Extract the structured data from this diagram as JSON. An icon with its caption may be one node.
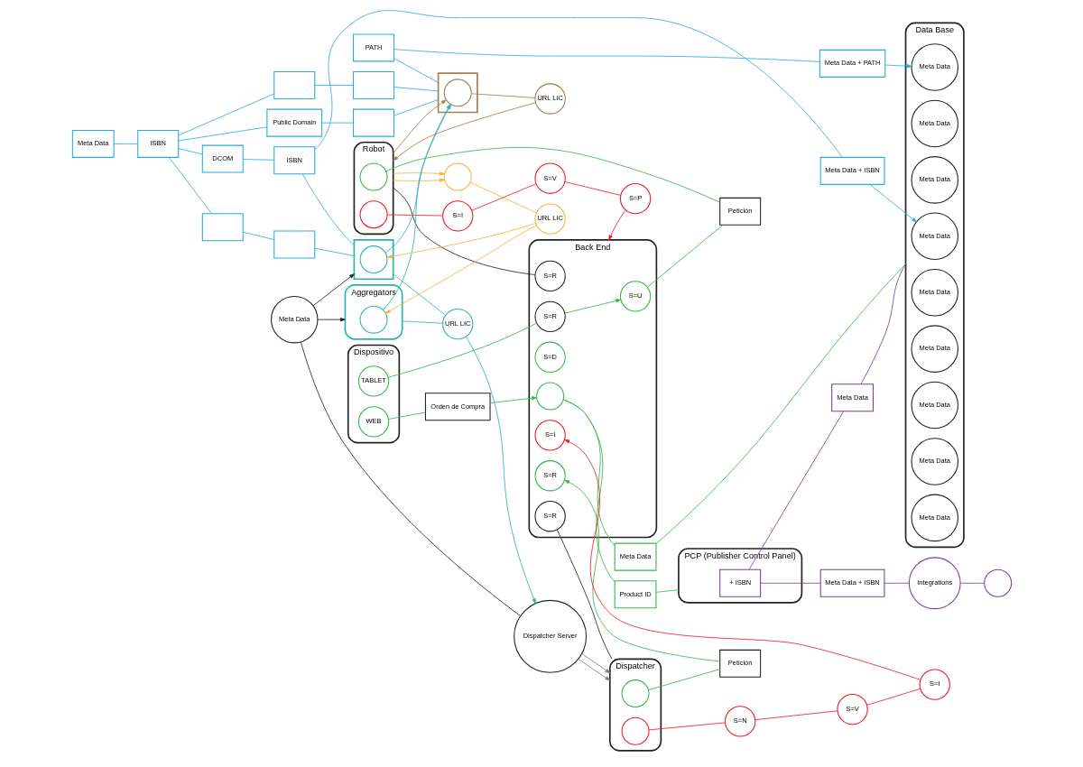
{
  "diagram": {
    "nodes": [
      {
        "text": [
          "Meta Data"
        ]
      },
      {
        "text": [
          "ISBN"
        ]
      },
      {
        "text": [
          "Public Domain"
        ]
      },
      {
        "text": [],
        "shape": "box"
      },
      {
        "text": [],
        "shape": "box"
      },
      {
        "text": [
          "DCOM"
        ]
      },
      {
        "text": [
          "ISBN"
        ]
      },
      {
        "text": [
          "PATH"
        ]
      },
      {
        "text": [
          "Meta Data + ISBN"
        ]
      },
      {
        "text": [
          "Meta Data + PATH"
        ]
      },
      {
        "text": [],
        "shape": "box"
      },
      {
        "text": [],
        "shape": "box"
      },
      {
        "text": [],
        "shape": "box"
      },
      {
        "text": [
          "PCP (Publisher Control Panel)"
        ]
      },
      {
        "text": [
          "+ ISBN"
        ],
        "in": 13
      },
      {
        "text": [
          "Meta Data"
        ]
      },
      {
        "text": [
          "Meta Data + ISBN"
        ]
      },
      {
        "text": [
          "Integrations"
        ]
      },
      {
        "text": [],
        "shape": "circle"
      },
      {
        "text": [
          "Product ID"
        ]
      },
      {
        "text": [
          "Meta Data"
        ]
      },
      {
        "text": [
          "Data Base"
        ]
      },
      {
        "text": [
          "Meta Data"
        ],
        "in": 21
      },
      {
        "text": [
          "Meta Data"
        ],
        "in": 21
      },
      {
        "text": [
          "Meta Data"
        ],
        "in": 21
      },
      {
        "text": [
          "Meta Data"
        ],
        "in": 21
      },
      {
        "text": [
          "Meta Data"
        ],
        "in": 21
      },
      {
        "text": [
          "Meta Data"
        ],
        "in": 21
      },
      {
        "text": [
          "Meta Data"
        ],
        "in": 21
      },
      {
        "text": [
          "Meta Data"
        ],
        "in": 21
      },
      {
        "text": [
          "Meta Data"
        ],
        "in": 21
      },
      {
        "text": [
          "Dispositivo"
        ]
      },
      {
        "text": [
          "WEB"
        ],
        "in": 31
      },
      {
        "text": [
          "TABLET"
        ],
        "in": 31
      },
      {
        "text": [
          "Orden de Compra"
        ]
      },
      {
        "text": [
          "Back End"
        ]
      },
      {
        "text": [],
        "shape": "circle",
        "in": 35
      },
      {
        "text": [
          "S=R"
        ],
        "in": 35
      },
      {
        "text": [
          "S=D"
        ],
        "in": 35
      },
      {
        "text": [
          "S=I"
        ],
        "in": 35
      },
      {
        "text": [
          "S=R"
        ],
        "in": 35
      },
      {
        "text": [
          "S=R"
        ],
        "in": 35
      },
      {
        "text": [
          "S=U"
        ],
        "in": 35
      },
      {
        "text": [
          "S=R"
        ],
        "in": 35
      },
      {
        "text": [
          "Dispatcher"
        ]
      },
      {
        "text": [],
        "shape": "circle",
        "in": 44
      },
      {
        "text": [],
        "shape": "circle",
        "in": 44
      },
      {
        "text": [
          "Petición"
        ]
      },
      {
        "text": [
          "S=I"
        ]
      },
      {
        "text": [
          "S=V"
        ]
      },
      {
        "text": [
          "S=N"
        ]
      },
      {
        "text": [
          "Petición"
        ]
      },
      {
        "text": [
          "Robot"
        ]
      },
      {
        "text": [],
        "shape": "circle",
        "in": 52
      },
      {
        "text": [],
        "shape": "circle",
        "in": 52
      },
      {
        "text": [
          "S=I"
        ]
      },
      {
        "text": [
          "S=V"
        ]
      },
      {
        "text": [
          "S=P"
        ]
      },
      {
        "text": [
          "Aggregators"
        ]
      },
      {
        "text": [],
        "shape": "circle",
        "in": 58
      },
      {
        "text": [],
        "shape": "hexagon"
      },
      {
        "text": [],
        "shape": "circle",
        "in": 60
      },
      {
        "text": [],
        "shape": "hexagon"
      },
      {
        "text": [],
        "shape": "circle",
        "in": 62
      },
      {
        "text": [
          "URL LIC"
        ]
      },
      {
        "text": [],
        "shape": "circle"
      },
      {
        "text": [
          "URL LIC"
        ]
      },
      {
        "text": [
          "Dispatcher Server"
        ]
      },
      {
        "text": [
          "Meta Data"
        ]
      },
      {
        "text": [
          "URL LIC"
        ]
      }
    ],
    "edges": [
      {
        "from": 0,
        "to": 1,
        "arrow": "none",
        "color": "#29abe2"
      },
      {
        "from": 1,
        "to": 2,
        "arrow": "none",
        "color": "#29abe2"
      },
      {
        "from": 1,
        "to": 3,
        "arrow": "none",
        "color": "#29abe2"
      },
      {
        "from": 1,
        "to": 4,
        "arrow": "none",
        "color": "#29abe2"
      },
      {
        "from": 1,
        "to": 5,
        "arrow": "none",
        "color": "#29abe2"
      },
      {
        "from": 5,
        "to": 6,
        "arrow": "none",
        "color": "#29abe2"
      },
      {
        "from": 6,
        "to": 8,
        "arrow": "none",
        "color": "#29abe2"
      },
      {
        "from": 7,
        "to": 9,
        "arrow": "none",
        "color": "#29abe2"
      },
      {
        "from": 2,
        "to": 10,
        "arrow": "none",
        "color": "#29abe2"
      },
      {
        "from": 3,
        "to": 11,
        "arrow": "none",
        "color": "#29abe2"
      },
      {
        "from": 4,
        "to": 12,
        "arrow": "none",
        "color": "#29abe2"
      },
      {
        "from": 8,
        "to": 22,
        "arrow": "to",
        "color": "#29abe2"
      },
      {
        "from": 9,
        "to": 25,
        "arrow": "to",
        "color": "#29abe2"
      },
      {
        "from": 10,
        "to": 60,
        "arrow": "none",
        "color": "#29abe2"
      },
      {
        "from": 11,
        "to": 60,
        "arrow": "none",
        "color": "#29abe2"
      },
      {
        "from": 12,
        "to": 62,
        "arrow": "none",
        "color": "#29abe2"
      },
      {
        "from": 6,
        "to": 62,
        "arrow": "none",
        "color": "#29abe2"
      },
      {
        "from": 7,
        "to": 60,
        "arrow": "none",
        "color": "#29abe2"
      },
      {
        "from": 14,
        "to": 15,
        "arrow": "none",
        "color": "#7b3f9e"
      },
      {
        "from": 15,
        "to": 21,
        "arrow": "none",
        "color": "#7b3f9e"
      },
      {
        "from": 14,
        "to": 16,
        "arrow": "none",
        "color": "#7b3f9e"
      },
      {
        "from": 16,
        "to": 17,
        "arrow": "none",
        "color": "#7b3f9e"
      },
      {
        "from": 17,
        "to": 18,
        "arrow": "none",
        "color": "#7b3f9e"
      },
      {
        "from": 36,
        "to": 19,
        "arrow": "none",
        "color": "#39b54a"
      },
      {
        "from": 19,
        "to": 13,
        "arrow": "none",
        "color": "#39b54a"
      },
      {
        "from": 36,
        "to": 20,
        "arrow": "none",
        "color": "#39b54a"
      },
      {
        "from": 20,
        "to": 21,
        "arrow": "none",
        "color": "#39b54a"
      },
      {
        "from": 32,
        "to": 34,
        "arrow": "none",
        "color": "#39b54a"
      },
      {
        "from": 34,
        "to": 36,
        "arrow": "to",
        "color": "#39b54a"
      },
      {
        "from": 33,
        "to": 43,
        "arrow": "none",
        "color": "#39b54a"
      },
      {
        "from": 43,
        "to": 42,
        "arrow": "to",
        "color": "#39b54a"
      },
      {
        "from": 45,
        "to": 47,
        "arrow": "none",
        "color": "#39b54a"
      },
      {
        "from": 47,
        "to": 40,
        "arrow": "to",
        "color": "#39b54a"
      },
      {
        "from": 42,
        "to": 51,
        "arrow": "none",
        "color": "#39b54a"
      },
      {
        "from": 51,
        "to": 53,
        "arrow": "none",
        "color": "#39b54a"
      },
      {
        "from": 46,
        "to": 50,
        "arrow": "none",
        "color": "#ed1c24"
      },
      {
        "from": 50,
        "to": 49,
        "arrow": "none",
        "color": "#ed1c24"
      },
      {
        "from": 49,
        "to": 48,
        "arrow": "none",
        "color": "#ed1c24"
      },
      {
        "from": 48,
        "to": 39,
        "arrow": "to",
        "color": "#ed1c24"
      },
      {
        "from": 54,
        "to": 55,
        "arrow": "none",
        "color": "#ed1c24"
      },
      {
        "from": 55,
        "to": 56,
        "arrow": "none",
        "color": "#ed1c24"
      },
      {
        "from": 56,
        "to": 57,
        "arrow": "none",
        "color": "#ed1c24"
      },
      {
        "from": 57,
        "to": 35,
        "arrow": "to",
        "color": "#ed1c24"
      },
      {
        "from": 41,
        "to": 52,
        "arrow": "none",
        "color": "#222222"
      },
      {
        "from": 37,
        "to": 44,
        "arrow": "none",
        "color": "#222222"
      },
      {
        "from": 67,
        "to": 44,
        "arrow": "to",
        "color": "#808080"
      },
      {
        "from": 67,
        "to": 44,
        "arrow": "to",
        "color": "#808080"
      },
      {
        "from": 52,
        "to": 61,
        "arrow": "to",
        "color": "#a67c52"
      },
      {
        "from": 61,
        "to": 64,
        "arrow": "none",
        "color": "#a67c52"
      },
      {
        "from": 64,
        "to": 52,
        "arrow": "to",
        "color": "#a67c52"
      },
      {
        "from": 52,
        "to": 65,
        "arrow": "to",
        "color": "#fbb03b"
      },
      {
        "from": 52,
        "to": 65,
        "arrow": "to",
        "color": "#fbb03b"
      },
      {
        "from": 65,
        "to": 66,
        "arrow": "none",
        "color": "#fbb03b"
      },
      {
        "from": 66,
        "to": 59,
        "arrow": "to",
        "color": "#fbb03b"
      },
      {
        "from": 66,
        "to": 63,
        "arrow": "to",
        "color": "#fbb03b"
      },
      {
        "from": 59,
        "to": 61,
        "arrow": "to",
        "color": "#2bb5a8"
      },
      {
        "from": 63,
        "to": 61,
        "arrow": "to",
        "color": "#2bb5a8"
      },
      {
        "from": 58,
        "to": 69,
        "arrow": "none",
        "color": "#2bb5a8"
      },
      {
        "from": 62,
        "to": 69,
        "arrow": "none",
        "color": "#2bb5a8"
      },
      {
        "from": 69,
        "to": 67,
        "arrow": "to",
        "color": "#2bb5a8"
      },
      {
        "from": 68,
        "to": 67,
        "arrow": "none",
        "color": "#222222"
      },
      {
        "from": 68,
        "to": 58,
        "arrow": "to",
        "color": "#222222"
      },
      {
        "from": 68,
        "to": 62,
        "arrow": "to",
        "color": "#222222"
      }
    ]
  }
}
